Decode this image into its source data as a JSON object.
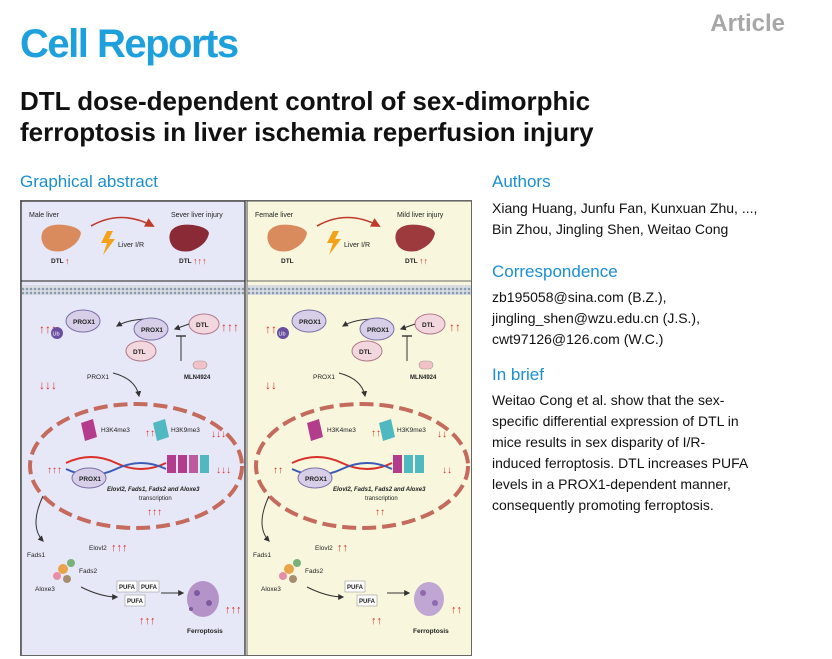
{
  "header": {
    "journal": "Cell Reports",
    "article_type": "Article",
    "title_line1": "DTL dose-dependent control of sex-dimorphic",
    "title_line2": "ferroptosis in liver ischemia reperfusion injury"
  },
  "sections": {
    "graphical_abstract": "Graphical abstract",
    "authors": "Authors",
    "correspondence": "Correspondence",
    "in_brief": "In brief"
  },
  "authors": {
    "line1": "Xiang Huang, Junfu Fan, Kunxuan Zhu, ...,",
    "line2": "Bin Zhou, Jingling Shen, Weitao Cong"
  },
  "correspondence": {
    "line1": "zb195058@sina.com (B.Z.),",
    "line2": "jingling_shen@wzu.edu.cn (J.S.),",
    "line3": "cwt97126@126.com (W.C.)"
  },
  "in_brief": {
    "line1": "Weitao Cong et al. show that the sex-",
    "line2": "specific differential expression of DTL in",
    "line3": "mice results in sex disparity of I/R-",
    "line4": "induced ferroptosis. DTL increases PUFA",
    "line5": "levels in a PROX1-dependent manner,",
    "line6": "consequently promoting ferroptosis."
  },
  "abstract": {
    "colors": {
      "male_bg": "#e6e8f7",
      "female_bg": "#f8f7dd",
      "accent_red": "#d9302a"
    },
    "male": {
      "liver_title": "Male liver",
      "injury": "Sever liver injury",
      "treatment": "Liver I/R",
      "dtl_label": "DTL",
      "dtl_arrows_left": "↑",
      "dtl_arrows_right": "↑↑↑",
      "prox1": "PROX1",
      "prox1_left": "PROX1",
      "dtl_node_1": "DTL",
      "dtl_node_2": "DTL",
      "ub": "Ub",
      "inhibitor": "MLN4924",
      "arrows_prox1": "↑↑↑",
      "arrows_dtl": "↑↑↑",
      "arrows_down": "↓↓↓",
      "mark1": "H3K4me3",
      "mark2": "H3K9me3",
      "mark1_arrows": "↑↑↑",
      "mark2_arrows": "↓↓↓",
      "tx_arrows_left": "↑↑↑",
      "tx_arrows_right": "↓↓↓",
      "prox1_dna": "PROX1",
      "genes": "Elovl2, Fads1, Fads2 and Aloxe3",
      "transcription": "transcription",
      "tx_arrows": "↑↑↑",
      "elovl2": "Elovl2",
      "fads1": "Fads1",
      "fads2": "Fads2",
      "aloxe3": "Aloxe3",
      "enzyme_arrows": "↑↑↑",
      "pufa1": "PUFA",
      "pufa2": "PUFA",
      "pufa3": "PUFA",
      "pufa_arrows": "↑↑↑",
      "ferroptosis": "Ferroptosis",
      "ferro_arrows": "↑↑↑"
    },
    "female": {
      "liver_title": "Female liver",
      "injury": "Mild liver injury",
      "treatment": "Liver I/R",
      "dtl_label": "DTL",
      "dtl_arrows_right": "↑↑",
      "prox1": "PROX1",
      "prox1_left": "PROX1",
      "dtl_node_1": "DTL",
      "dtl_node_2": "DTL",
      "ub": "Ub",
      "inhibitor": "MLN4924",
      "arrows_prox1": "↑↑",
      "arrows_dtl": "↑↑",
      "arrows_down": "↓↓",
      "mark1": "H3K4me3",
      "mark2": "H3K9me3",
      "mark1_arrows": "↑↑",
      "mark2_arrows": "↓↓",
      "tx_arrows_left": "↑↑",
      "tx_arrows_right": "↓↓",
      "prox1_dna": "PROX1",
      "genes": "Elovl2, Fads1, Fads2 and Aloxe3",
      "transcription": "transcription",
      "tx_arrows": "↑↑",
      "elovl2": "Elovl2",
      "fads1": "Fads1",
      "fads2": "Fads2",
      "aloxe3": "Aloxe3",
      "enzyme_arrows": "↑↑",
      "pufa1": "PUFA",
      "pufa2": "PUFA",
      "pufa_arrows": "↑↑",
      "ferroptosis": "Ferroptosis",
      "ferro_arrows": "↑↑"
    }
  }
}
